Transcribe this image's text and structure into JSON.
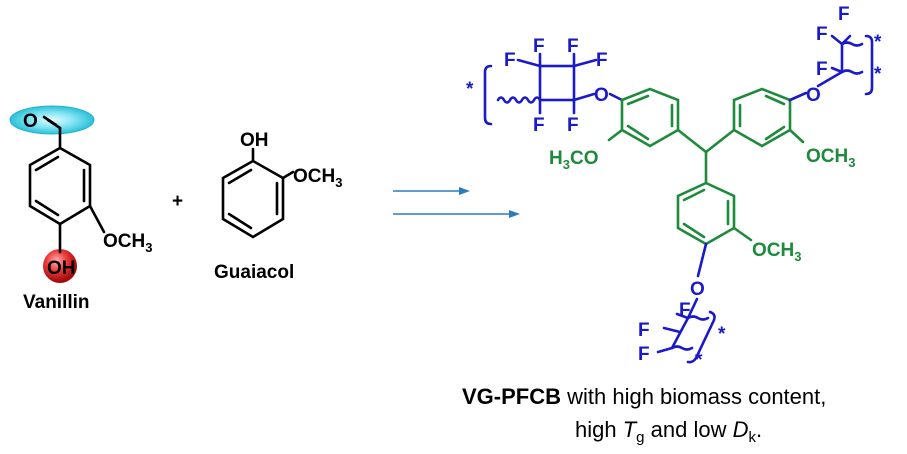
{
  "colors": {
    "backbone": "#1a1ac8",
    "core": "#1e8a3c",
    "arrow": "#2b7bbf",
    "aldehyde_highlight": "#3fd1e6",
    "hydroxyl_highlight": "#d91a1a"
  },
  "vanillin": {
    "name": "Vanillin",
    "o": "O",
    "oh": "OH",
    "och3": "OCH",
    "sub3": "3"
  },
  "plus": "+",
  "guaiacol": {
    "name": "Guaiacol",
    "oh": "OH",
    "och3": "OCH",
    "sub3": "3"
  },
  "polymer": {
    "f": "F",
    "o": "O",
    "star": "*",
    "h3co_h": "H",
    "h3co_3": "3",
    "h3co_co": "CO",
    "och3": "OCH",
    "sub3": "3"
  },
  "caption": {
    "bold": "VG-PFCB",
    "line1_rest": " with high biomass content,",
    "line2_a": "high ",
    "tg_t": "T",
    "tg_sub": "g",
    "line2_b": " and low ",
    "dk_d": "D",
    "dk_sub": "k",
    "line2_end": "."
  }
}
